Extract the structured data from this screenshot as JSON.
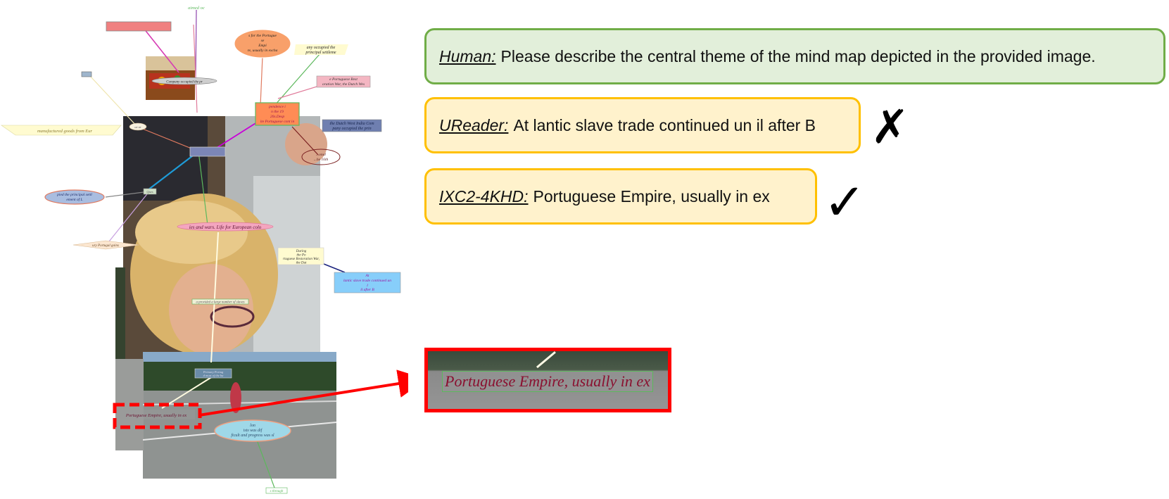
{
  "mindmap": {
    "nodes": {
      "top_right": "aimed oc",
      "portuguese_or": "s for the Portugue\nse\nEmpi\nre, usually in excha",
      "occupied": "any occupied the\nprincipal settleme",
      "restoration": "e Portuguese Rest\noration War, the Dutch Wes",
      "company": "Company occupied the pr",
      "pendence": "pendence i\nn the 19\n20s.Desp\nite Portuguese cont in",
      "dutch_west": "the Dutch West India Com\npany occupied the prin",
      "manufactured": "manufactured goods from Eur",
      "panel_a": "ue ar",
      "teenth": "...onal\n...he 16th",
      "settlement": "pied the principal settl\nement of L",
      "panel_b": "Ques",
      "portugal_gains": "ury Portugal gains",
      "wars": "ies and wars. Life for European colo",
      "during": "During\nthe Po\nrtuguese Restoration War,\nthe Dut",
      "slave_trade": "At\nlantic slave trade continued un\nl\nil after B",
      "slaves": "a provided a large number of slaves",
      "panel_c": "Primary Portug\nd most of the ba",
      "portuguese_empire": "Portuguese Empire, usually in ex",
      "difficult": "lon\nists was dif\nficult and progress was sl",
      "through": "s through"
    }
  },
  "dialogue": {
    "human": {
      "speaker": "Human:",
      "text": "Please describe the central theme of the mind map depicted in the provided image."
    },
    "ureader": {
      "speaker": "UReader:",
      "text": "At lantic slave trade continued un il after B",
      "verdict": "✗"
    },
    "ixc": {
      "speaker": "IXC2-4KHD:",
      "text": "Portuguese Empire, usually in ex",
      "verdict": "✓"
    }
  },
  "zoom": {
    "label": "Portuguese Empire, usually in ex"
  },
  "colors": {
    "highlight": "#ff0000",
    "human_bg": "#e2efda",
    "human_border": "#70ad47",
    "model_bg": "#fff2cc",
    "model_border": "#ffc000"
  }
}
